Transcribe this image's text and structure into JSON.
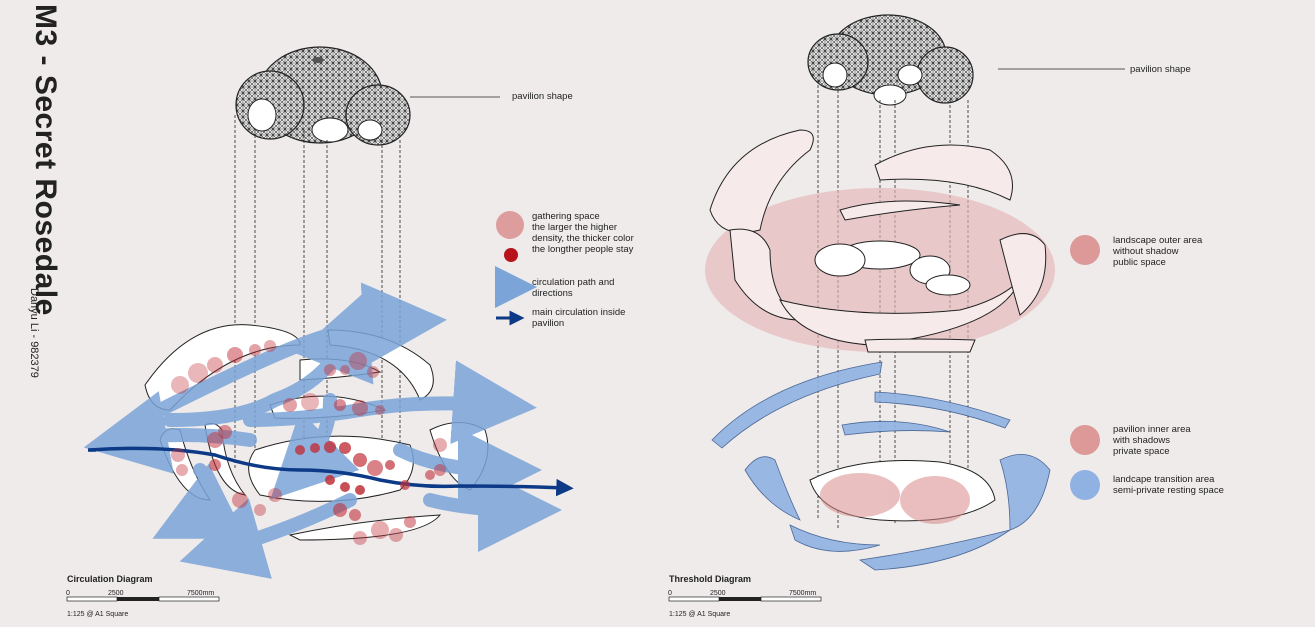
{
  "title": "M3 - Secret Rosedale",
  "author": "Danyu Li - 982379",
  "left": {
    "pavilion_label": "pavilion shape",
    "legend": {
      "gathering": [
        "gathering space",
        "the larger the higher",
        "density, the thicker color",
        "the longther people stay"
      ],
      "circulation": [
        "circulation path and",
        "directions"
      ],
      "main_circulation": [
        "main circulation inside",
        "pavilion"
      ]
    },
    "caption": "Circulation Diagram",
    "scale_ticks": [
      "0",
      "2500",
      "7500mm"
    ],
    "scale_note": "1:125 @ A1 Square"
  },
  "right": {
    "pavilion_label": "pavilion shape",
    "legend": {
      "outer": [
        "landscape outer area",
        "without shadow",
        "public space"
      ],
      "inner": [
        "pavilion inner area",
        "with shadows",
        "private space"
      ],
      "transition": [
        "landcape transition area",
        "semi-private resting space"
      ]
    },
    "caption": "Threshold Diagram",
    "scale_ticks": [
      "0",
      "2500",
      "7500mm"
    ],
    "scale_note": "1:125 @ A1 Square"
  },
  "colors": {
    "background": "#efebeb",
    "gathering_light": "#d98a8a",
    "gathering_dark": "#b8121b",
    "circulation": "#7ba4d8",
    "main_circulation": "#0d3a86",
    "outer_area": "#e3b5b7",
    "transition": "#8fb2e3"
  }
}
